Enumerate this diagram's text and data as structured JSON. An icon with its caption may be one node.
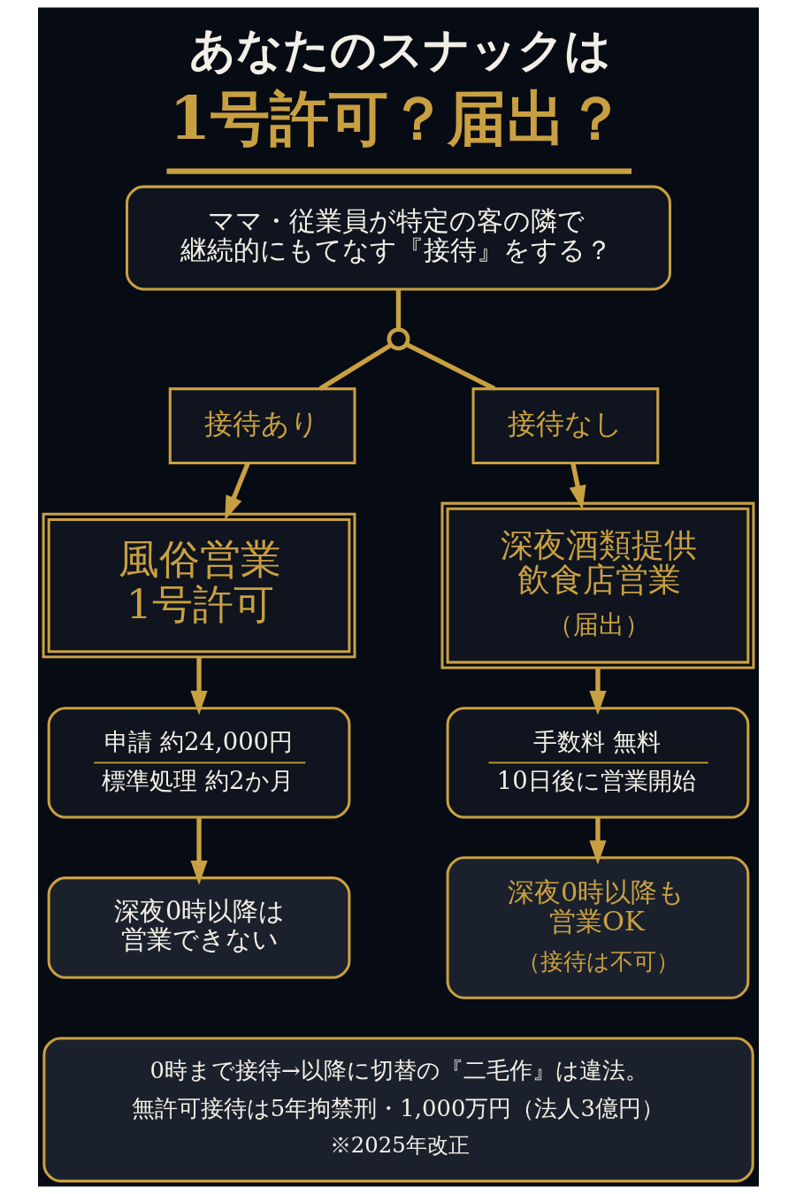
{
  "diagram": {
    "title": "あなたのスナックは1号許可？届出？",
    "nodes": [
      {
        "text": [
          "ママ・従業員が特定の客の隣で継続的にもてなす『接待』をする？"
        ]
      },
      {
        "text": [],
        "shape": "circle"
      },
      {
        "text": [
          "接待あり"
        ]
      },
      {
        "text": [
          "接待なし"
        ]
      },
      {
        "text": [
          "風俗営業1号許可"
        ]
      },
      {
        "text": [
          "深夜酒類提供飲食店営業",
          "（届出）"
        ]
      },
      {
        "text": [
          "申請 約24,000円",
          "標準処理 約2か月"
        ]
      },
      {
        "text": [
          "手数料 無料",
          "10日後に営業開始"
        ]
      },
      {
        "text": [
          "深夜0時以降は営業できない"
        ]
      },
      {
        "text": [
          "深夜0時以降も営業OK",
          "（接待は不可）"
        ]
      },
      {
        "text": [
          "0時まで接待→以降に切替の『二毛作』は違法。",
          "無許可接待は5年拘禁刑・1,000万円（法人3億円）",
          "※2025年改正"
        ]
      }
    ],
    "edges": [
      {
        "from": 0,
        "to": 1,
        "arrow": "none"
      },
      {
        "from": 1,
        "to": 2,
        "arrow": "none"
      },
      {
        "from": 1,
        "to": 3,
        "arrow": "none"
      },
      {
        "from": 2,
        "to": 4,
        "arrow": "to"
      },
      {
        "from": 3,
        "to": 5,
        "arrow": "to"
      },
      {
        "from": 4,
        "to": 6,
        "arrow": "to"
      },
      {
        "from": 5,
        "to": 7,
        "arrow": "to"
      },
      {
        "from": 6,
        "to": 8,
        "arrow": "to"
      },
      {
        "from": 7,
        "to": 9,
        "arrow": "to"
      }
    ]
  }
}
